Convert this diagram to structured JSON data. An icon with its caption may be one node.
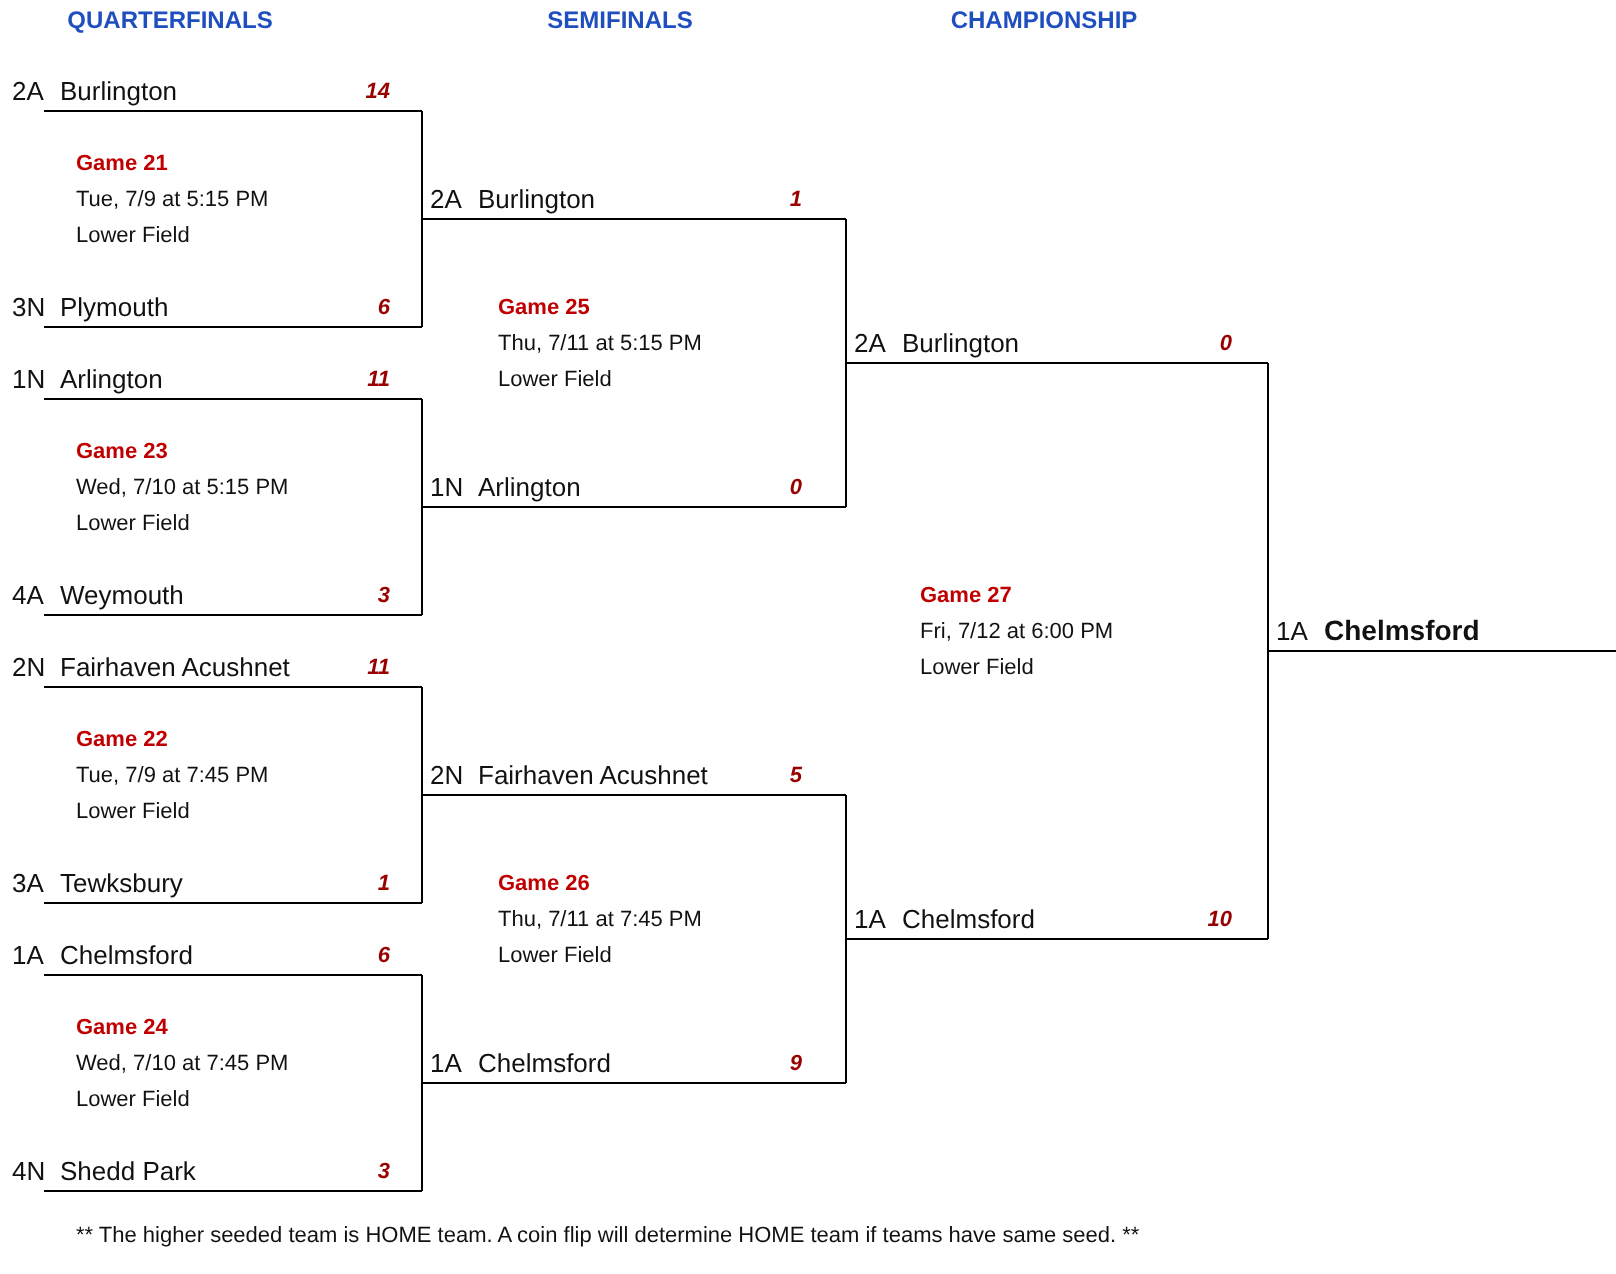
{
  "diagram": {
    "caption": "** The higher seeded team is HOME team. A coin flip will determine HOME team if teams have same seed. **",
    "nodes": [
      {
        "text": [
          "2A",
          "Burlington"
        ],
        "beside": [
          "14"
        ]
      },
      {
        "text": [
          "3N",
          "Plymouth"
        ],
        "beside": [
          "6"
        ]
      },
      {
        "text": [
          "1N",
          "Arlington"
        ],
        "beside": [
          "11"
        ]
      },
      {
        "text": [
          "4A",
          "Weymouth"
        ],
        "beside": [
          "3"
        ]
      },
      {
        "text": [
          "2N",
          "Fairhaven Acushnet"
        ],
        "beside": [
          "11"
        ]
      },
      {
        "text": [
          "3A",
          "Tewksbury"
        ],
        "beside": [
          "1"
        ]
      },
      {
        "text": [
          "1A",
          "Chelmsford"
        ],
        "beside": [
          "6"
        ]
      },
      {
        "text": [
          "4N",
          "Shedd Park"
        ],
        "beside": [
          "3"
        ]
      },
      {
        "text": [
          "2A",
          "Burlington"
        ],
        "beside": [
          "1"
        ]
      },
      {
        "text": [
          "1N",
          "Arlington"
        ],
        "beside": [
          "0"
        ]
      },
      {
        "text": [
          "2N",
          "Fairhaven Acushnet"
        ],
        "beside": [
          "5"
        ]
      },
      {
        "text": [
          "1A",
          "Chelmsford"
        ],
        "beside": [
          "9"
        ]
      },
      {
        "text": [
          "2A",
          "Burlington"
        ],
        "beside": [
          "0"
        ]
      },
      {
        "text": [
          "1A",
          "Chelmsford"
        ],
        "beside": [
          "10"
        ]
      },
      {
        "text": [
          "1A",
          "Chelmsford"
        ]
      }
    ],
    "edges": [
      {
        "from": 0,
        "to": 8,
        "arrow": "none"
      },
      {
        "from": 1,
        "to": 8,
        "arrow": "none"
      },
      {
        "from": 2,
        "to": 9,
        "arrow": "none"
      },
      {
        "from": 3,
        "to": 9,
        "arrow": "none"
      },
      {
        "from": 4,
        "to": 10,
        "arrow": "none"
      },
      {
        "from": 5,
        "to": 10,
        "arrow": "none"
      },
      {
        "from": 6,
        "to": 11,
        "arrow": "none"
      },
      {
        "from": 7,
        "to": 11,
        "arrow": "none"
      },
      {
        "from": 8,
        "to": 12,
        "arrow": "none"
      },
      {
        "from": 9,
        "to": 12,
        "arrow": "none"
      },
      {
        "from": 10,
        "to": 13,
        "arrow": "none"
      },
      {
        "from": 11,
        "to": 13,
        "arrow": "none"
      },
      {
        "from": 12,
        "to": 14,
        "arrow": "none"
      },
      {
        "from": 13,
        "to": 14,
        "arrow": "none"
      }
    ],
    "labels": [
      "QUARTERFINALS",
      "SEMIFINALS",
      "CHAMPIONSHIP",
      "Game 21",
      "Tue, 7/9 at 5:15 PM",
      "Lower Field",
      "Game 25",
      "Thu, 7/11 at 5:15 PM",
      "Lower Field",
      "Game 23",
      "Wed, 7/10 at 5:15 PM",
      "Lower Field",
      "Game 27",
      "Fri, 7/12 at 6:00 PM",
      "Lower Field",
      "Game 22",
      "Tue, 7/9 at 7:45 PM",
      "Lower Field",
      "Game 26",
      "Thu, 7/11 at 7:45 PM",
      "Lower Field",
      "Game 24",
      "Wed, 7/10 at 7:45 PM",
      "Lower Field"
    ]
  }
}
